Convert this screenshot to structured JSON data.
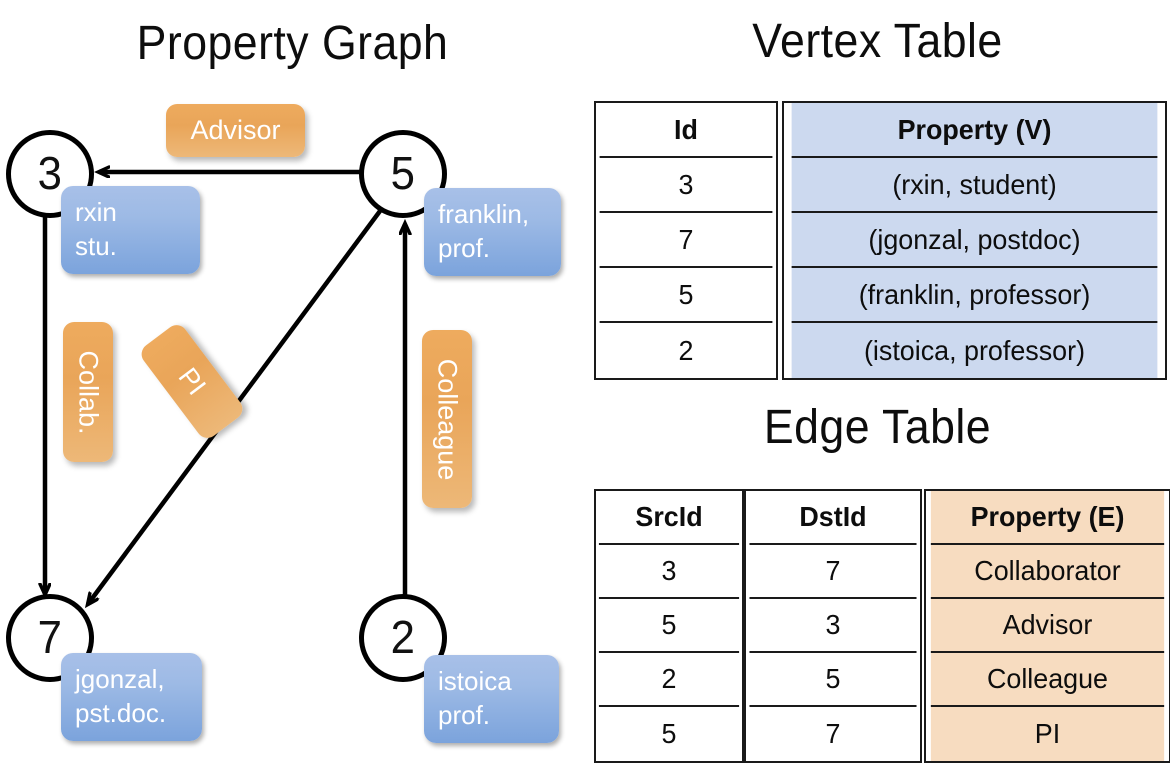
{
  "titles": {
    "graph": "Property Graph",
    "vertex_table": "Vertex Table",
    "edge_table": "Edge Table"
  },
  "colors": {
    "vertex_property_fill": "#ccd9ef",
    "edge_property_fill": "#f7dcc0",
    "node_property_box": "#8fb2e0",
    "edge_label_chip": "#eaa85d",
    "stroke": "#000000"
  },
  "graph": {
    "nodes": [
      {
        "id": "3",
        "property_lines": [
          "rxin",
          "stu."
        ]
      },
      {
        "id": "5",
        "property_lines": [
          "franklin,",
          "prof."
        ]
      },
      {
        "id": "7",
        "property_lines": [
          "jgonzal,",
          "pst.doc."
        ]
      },
      {
        "id": "2",
        "property_lines": [
          "istoica",
          "prof."
        ]
      }
    ],
    "edges": [
      {
        "src": "5",
        "dst": "3",
        "label": "Advisor",
        "orientation": "horizontal"
      },
      {
        "src": "3",
        "dst": "7",
        "label": "Collab.",
        "orientation": "vertical"
      },
      {
        "src": "5",
        "dst": "7",
        "label": "PI",
        "orientation": "diagonal"
      },
      {
        "src": "2",
        "dst": "5",
        "label": "Colleague",
        "orientation": "vertical"
      }
    ]
  },
  "chart_data": {
    "type": "table",
    "title": "Property Graph represented as Vertex and Edge tables",
    "vertex_table": {
      "headers": [
        "Id",
        "Property (V)"
      ],
      "rows": [
        [
          "3",
          "(rxin, student)"
        ],
        [
          "7",
          "(jgonzal, postdoc)"
        ],
        [
          "5",
          "(franklin, professor)"
        ],
        [
          "2",
          "(istoica, professor)"
        ]
      ]
    },
    "edge_table": {
      "headers": [
        "SrcId",
        "DstId",
        "Property (E)"
      ],
      "rows": [
        [
          "3",
          "7",
          "Collaborator"
        ],
        [
          "5",
          "3",
          "Advisor"
        ],
        [
          "2",
          "5",
          "Colleague"
        ],
        [
          "5",
          "7",
          "PI"
        ]
      ]
    }
  }
}
